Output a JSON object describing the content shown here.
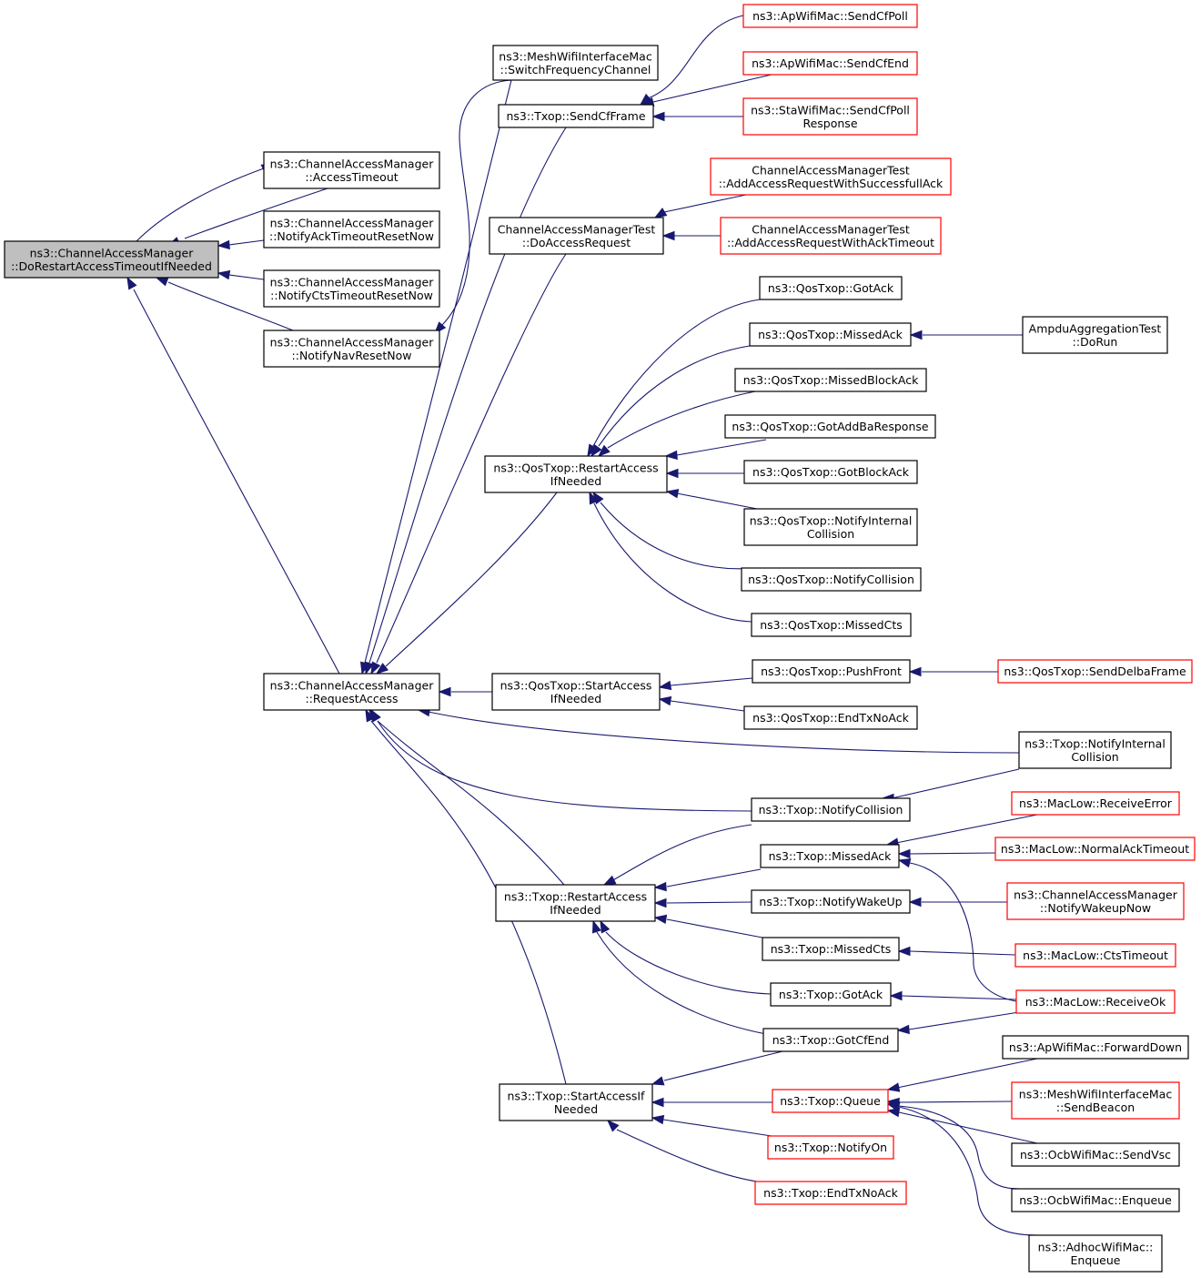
{
  "colors": {
    "edge": "#191970",
    "border_default": "#000000",
    "border_undocumented": "#ff0000",
    "focus_fill": "#bfbfbf",
    "fill": "#ffffff"
  },
  "nodes": [
    {
      "id": "root",
      "lines": [
        "ns3::ChannelAccessManager",
        "::DoRestartAccessTimeoutIfNeeded"
      ],
      "style": "focus"
    },
    {
      "id": "access_timeout",
      "lines": [
        "ns3::ChannelAccessManager",
        "::AccessTimeout"
      ],
      "style": "normal"
    },
    {
      "id": "notify_ack",
      "lines": [
        "ns3::ChannelAccessManager",
        "::NotifyAckTimeoutResetNow"
      ],
      "style": "normal"
    },
    {
      "id": "notify_cts",
      "lines": [
        "ns3::ChannelAccessManager",
        "::NotifyCtsTimeoutResetNow"
      ],
      "style": "normal"
    },
    {
      "id": "notify_nav",
      "lines": [
        "ns3::ChannelAccessManager",
        "::NotifyNavResetNow"
      ],
      "style": "normal"
    },
    {
      "id": "request_access",
      "lines": [
        "ns3::ChannelAccessManager",
        "::RequestAccess"
      ],
      "style": "normal"
    },
    {
      "id": "mesh_switch",
      "lines": [
        "ns3::MeshWifiInterfaceMac",
        "::SwitchFrequencyChannel"
      ],
      "style": "normal"
    },
    {
      "id": "send_cf_frame",
      "lines": [
        "ns3::Txop::SendCfFrame"
      ],
      "style": "normal"
    },
    {
      "id": "do_access_request",
      "lines": [
        "ChannelAccessManagerTest",
        "::DoAccessRequest"
      ],
      "style": "normal"
    },
    {
      "id": "qos_restart",
      "lines": [
        "ns3::QosTxop::RestartAccess",
        "IfNeeded"
      ],
      "style": "normal"
    },
    {
      "id": "qos_start",
      "lines": [
        "ns3::QosTxop::StartAccess",
        "IfNeeded"
      ],
      "style": "normal"
    },
    {
      "id": "txop_restart",
      "lines": [
        "ns3::Txop::RestartAccess",
        "IfNeeded"
      ],
      "style": "normal"
    },
    {
      "id": "txop_start",
      "lines": [
        "ns3::Txop::StartAccessIf",
        "Needed"
      ],
      "style": "normal"
    },
    {
      "id": "ap_send_cf_poll",
      "lines": [
        "ns3::ApWifiMac::SendCfPoll"
      ],
      "style": "red"
    },
    {
      "id": "ap_send_cf_end",
      "lines": [
        "ns3::ApWifiMac::SendCfEnd"
      ],
      "style": "red"
    },
    {
      "id": "sta_send_cf_poll",
      "lines": [
        "ns3::StaWifiMac::SendCfPoll",
        "Response"
      ],
      "style": "red"
    },
    {
      "id": "add_success_ack",
      "lines": [
        "ChannelAccessManagerTest",
        "::AddAccessRequestWithSuccessfullAck"
      ],
      "style": "red"
    },
    {
      "id": "add_ack_timeout",
      "lines": [
        "ChannelAccessManagerTest",
        "::AddAccessRequestWithAckTimeout"
      ],
      "style": "red"
    },
    {
      "id": "qos_got_ack",
      "lines": [
        "ns3::QosTxop::GotAck"
      ],
      "style": "normal"
    },
    {
      "id": "qos_missed_ack",
      "lines": [
        "ns3::QosTxop::MissedAck"
      ],
      "style": "normal"
    },
    {
      "id": "qos_missed_block_ack",
      "lines": [
        "ns3::QosTxop::MissedBlockAck"
      ],
      "style": "normal"
    },
    {
      "id": "qos_got_addba",
      "lines": [
        "ns3::QosTxop::GotAddBaResponse"
      ],
      "style": "normal"
    },
    {
      "id": "qos_got_block_ack",
      "lines": [
        "ns3::QosTxop::GotBlockAck"
      ],
      "style": "normal"
    },
    {
      "id": "qos_notify_internal",
      "lines": [
        "ns3::QosTxop::NotifyInternal",
        "Collision"
      ],
      "style": "normal"
    },
    {
      "id": "qos_notify_collision",
      "lines": [
        "ns3::QosTxop::NotifyCollision"
      ],
      "style": "normal"
    },
    {
      "id": "qos_missed_cts",
      "lines": [
        "ns3::QosTxop::MissedCts"
      ],
      "style": "normal"
    },
    {
      "id": "qos_push_front",
      "lines": [
        "ns3::QosTxop::PushFront"
      ],
      "style": "normal"
    },
    {
      "id": "qos_end_tx_no_ack",
      "lines": [
        "ns3::QosTxop::EndTxNoAck"
      ],
      "style": "normal"
    },
    {
      "id": "ampdu_do_run",
      "lines": [
        "AmpduAggregationTest",
        "::DoRun"
      ],
      "style": "normal"
    },
    {
      "id": "qos_send_delba",
      "lines": [
        "ns3::QosTxop::SendDelbaFrame"
      ],
      "style": "red"
    },
    {
      "id": "txop_notify_internal",
      "lines": [
        "ns3::Txop::NotifyInternal",
        "Collision"
      ],
      "style": "normal"
    },
    {
      "id": "txop_notify_collision",
      "lines": [
        "ns3::Txop::NotifyCollision"
      ],
      "style": "normal"
    },
    {
      "id": "txop_missed_ack",
      "lines": [
        "ns3::Txop::MissedAck"
      ],
      "style": "normal"
    },
    {
      "id": "txop_notify_wakeup",
      "lines": [
        "ns3::Txop::NotifyWakeUp"
      ],
      "style": "normal"
    },
    {
      "id": "txop_missed_cts",
      "lines": [
        "ns3::Txop::MissedCts"
      ],
      "style": "normal"
    },
    {
      "id": "txop_got_ack",
      "lines": [
        "ns3::Txop::GotAck"
      ],
      "style": "normal"
    },
    {
      "id": "txop_got_cf_end",
      "lines": [
        "ns3::Txop::GotCfEnd"
      ],
      "style": "normal"
    },
    {
      "id": "txop_queue",
      "lines": [
        "ns3::Txop::Queue"
      ],
      "style": "red"
    },
    {
      "id": "txop_notify_on",
      "lines": [
        "ns3::Txop::NotifyOn"
      ],
      "style": "red"
    },
    {
      "id": "txop_end_tx_no_ack",
      "lines": [
        "ns3::Txop::EndTxNoAck"
      ],
      "style": "red"
    },
    {
      "id": "maclow_receive_error",
      "lines": [
        "ns3::MacLow::ReceiveError"
      ],
      "style": "red"
    },
    {
      "id": "maclow_normal_ack_timeout",
      "lines": [
        "ns3::MacLow::NormalAckTimeout"
      ],
      "style": "red"
    },
    {
      "id": "cam_notify_wakeup",
      "lines": [
        "ns3::ChannelAccessManager",
        "::NotifyWakeupNow"
      ],
      "style": "red"
    },
    {
      "id": "maclow_cts_timeout",
      "lines": [
        "ns3::MacLow::CtsTimeout"
      ],
      "style": "red"
    },
    {
      "id": "maclow_receive_ok",
      "lines": [
        "ns3::MacLow::ReceiveOk"
      ],
      "style": "red"
    },
    {
      "id": "ap_forward_down",
      "lines": [
        "ns3::ApWifiMac::ForwardDown"
      ],
      "style": "normal"
    },
    {
      "id": "mesh_send_beacon",
      "lines": [
        "ns3::MeshWifiInterfaceMac",
        "::SendBeacon"
      ],
      "style": "red"
    },
    {
      "id": "ocb_send_vsc",
      "lines": [
        "ns3::OcbWifiMac::SendVsc"
      ],
      "style": "normal"
    },
    {
      "id": "ocb_enqueue",
      "lines": [
        "ns3::OcbWifiMac::Enqueue"
      ],
      "style": "normal"
    },
    {
      "id": "adhoc_enqueue",
      "lines": [
        "ns3::AdhocWifiMac::",
        "Enqueue"
      ],
      "style": "normal"
    }
  ]
}
